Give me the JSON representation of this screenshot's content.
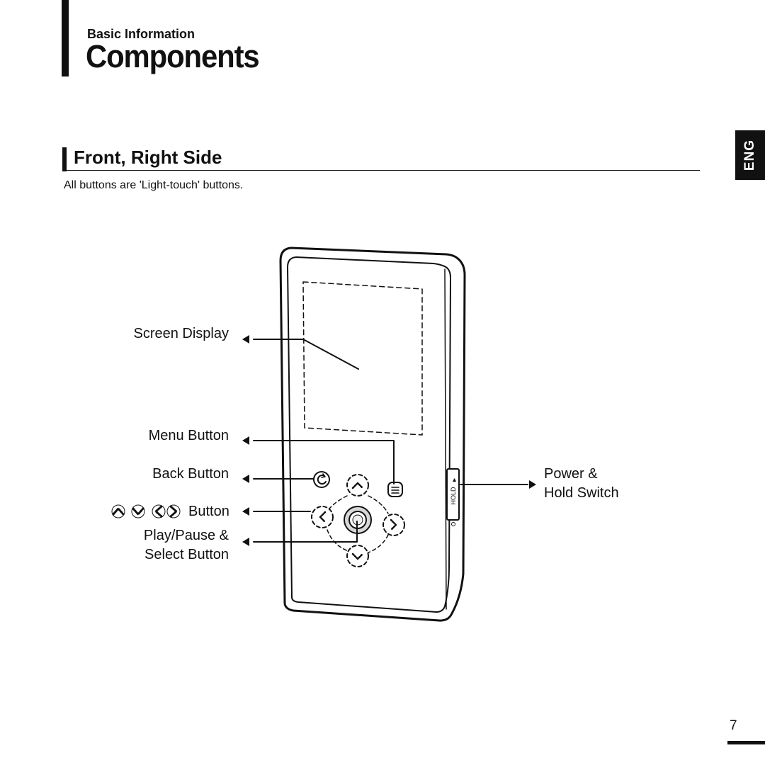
{
  "header": {
    "kicker": "Basic Information",
    "title": "Components"
  },
  "section": {
    "title": "Front, Right Side",
    "note": "All buttons are 'Light-touch' buttons."
  },
  "language_tab": "ENG",
  "device": {
    "hold_label": "HOLD"
  },
  "callouts": {
    "screen_display": "Screen Display",
    "menu_button": "Menu Button",
    "back_button": "Back Button",
    "direction_button": "Button",
    "play_pause_line1": "Play/Pause &",
    "play_pause_line2": "Select Button",
    "power_line1": "Power &",
    "power_line2": "Hold Switch"
  },
  "icons": [
    "up-arrow-icon",
    "down-arrow-icon",
    "left-arrow-icon",
    "right-arrow-icon"
  ],
  "footer": {
    "page_number": "7"
  }
}
